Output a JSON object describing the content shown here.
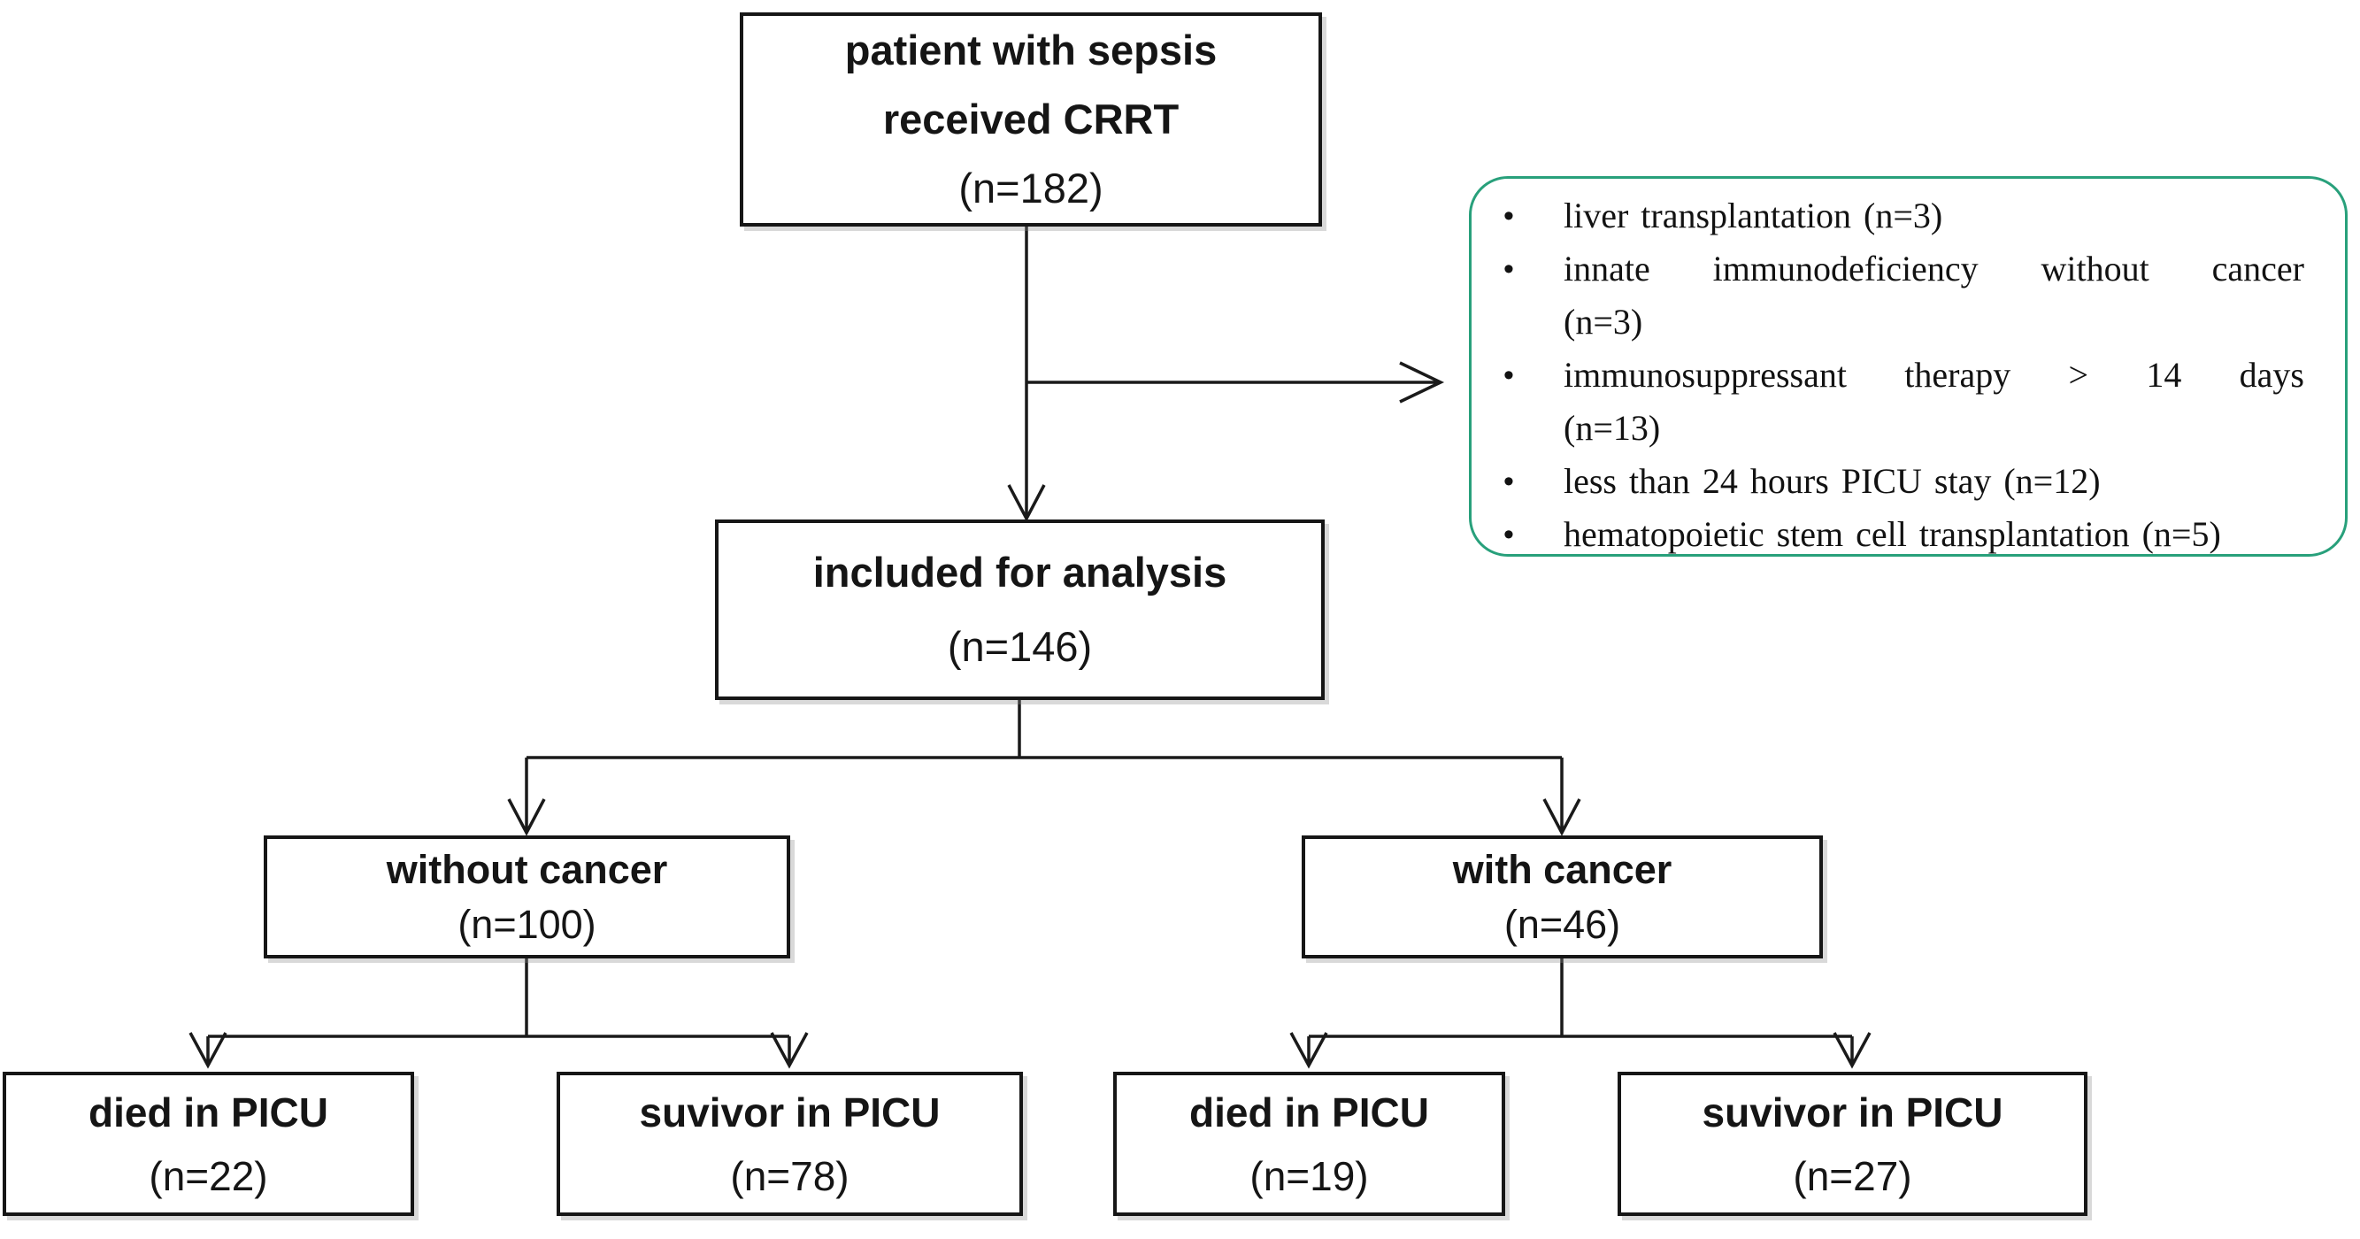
{
  "diagram": {
    "title": "patient flow diagram",
    "nodes": {
      "root": {
        "line1": "patient with sepsis",
        "line2": "received CRRT",
        "n": "(n=182)"
      },
      "included": {
        "title": "included for analysis",
        "n": "(n=146)"
      },
      "without_cancer": {
        "title": "without cancer",
        "n": "(n=100)"
      },
      "with_cancer": {
        "title": "with cancer",
        "n": "(n=46)"
      },
      "without_cancer_died": {
        "title": "died in PICU",
        "n": "(n=22)"
      },
      "without_cancer_survivor": {
        "title": "suvivor in PICU",
        "n": "(n=78)"
      },
      "with_cancer_died": {
        "title": "died in PICU",
        "n": "(n=19)"
      },
      "with_cancer_survivor": {
        "title": "suvivor in PICU",
        "n": "(n=27)"
      }
    },
    "exclusions": {
      "bullet_glyph": "•",
      "items": [
        {
          "line1": "liver transplantation (n=3)",
          "line2": ""
        },
        {
          "line1": "innate immunodeficiency without cancer",
          "line2": "(n=3)"
        },
        {
          "line1": "immunosuppressant therapy > 14 days",
          "line2": "(n=13)"
        },
        {
          "line1": "less than 24 hours PICU stay (n=12)",
          "line2": ""
        },
        {
          "line1": "hematopoietic stem cell transplantation (n=5)",
          "line2": ""
        }
      ]
    },
    "colors": {
      "exclusion_border": "#28a07b",
      "line": "#1a1a1a",
      "text": "#151515",
      "background": "#ffffff"
    }
  }
}
